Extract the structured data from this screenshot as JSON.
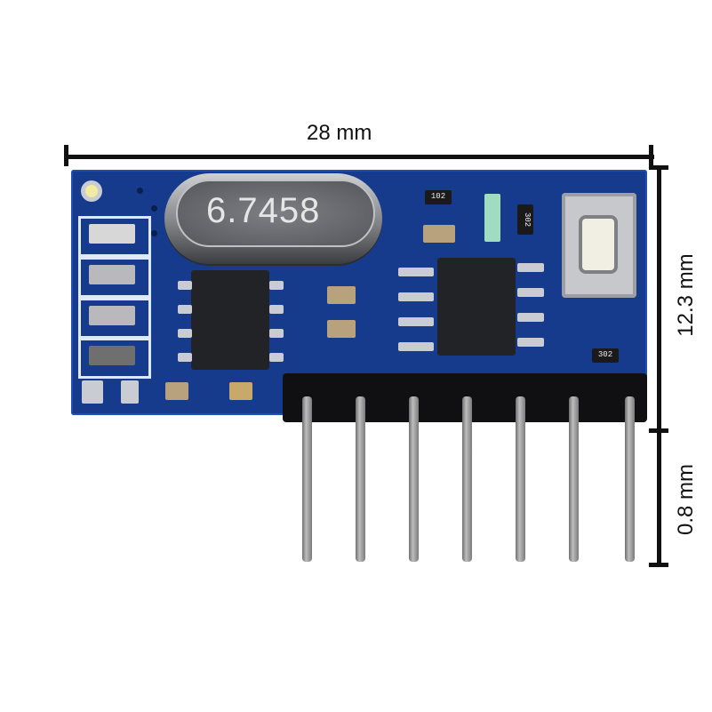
{
  "annotations": {
    "width_label": "28 mm",
    "height_label": "12.3 mm",
    "pin_length_label": "0.8 mm"
  },
  "board": {
    "description": "Blue PCB RF receiver module with crystal, two SOIC-8 chips, push button, LED and 7-pin right-angle header",
    "color": "#163a8c",
    "crystal_marking": "6.7458",
    "resistor_markings": [
      "102",
      "302",
      "302"
    ],
    "header_pin_count": 7
  },
  "colors": {
    "annotation_line": "#111111",
    "background": "#ffffff",
    "pcb_blue": "#163a8c",
    "header_black": "#101012",
    "pin_metal": "#9a9a9a"
  }
}
